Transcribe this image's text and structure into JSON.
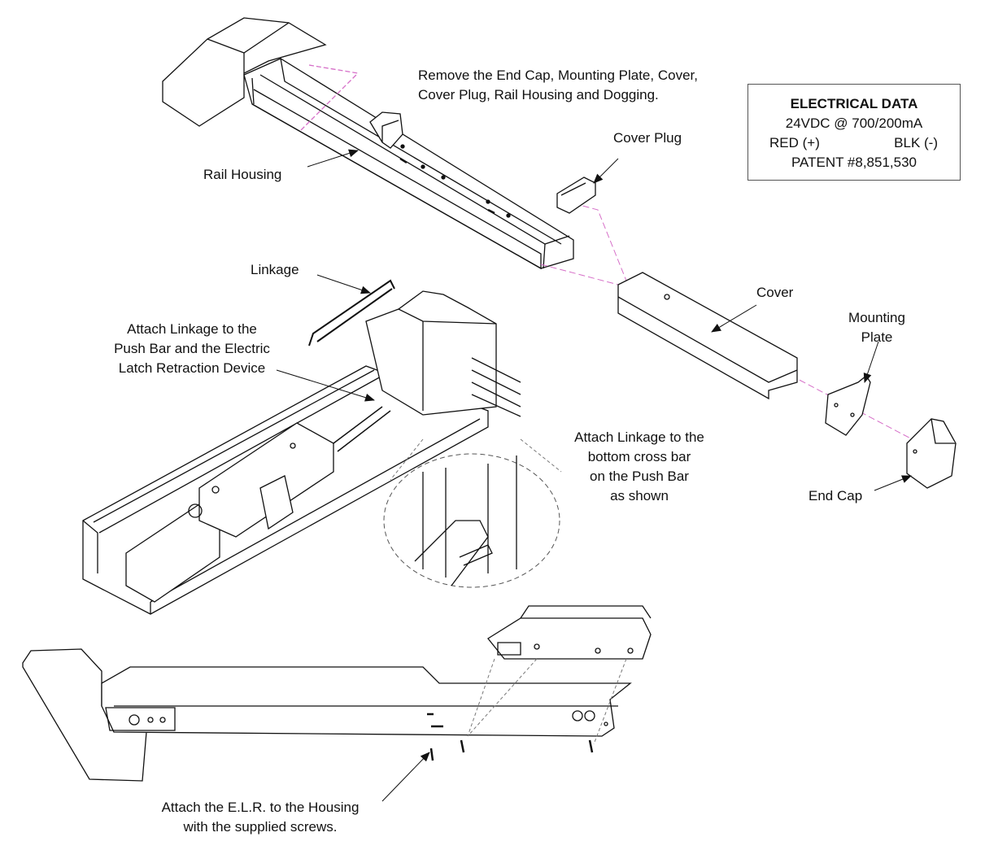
{
  "labels": {
    "remove_instruction": [
      "Remove the End Cap, Mounting Plate, Cover,",
      "Cover Plug, Rail Housing and Dogging."
    ],
    "rail_housing": "Rail Housing",
    "cover_plug": "Cover Plug",
    "linkage": "Linkage",
    "cover": "Cover",
    "mounting_plate": [
      "Mounting",
      "Plate"
    ],
    "attach_linkage_push_bar": [
      "Attach Linkage to the",
      "Push Bar and the Electric",
      "Latch Retraction Device"
    ],
    "attach_linkage_cross_bar": [
      "Attach Linkage to the",
      "bottom cross bar",
      "on the Push Bar",
      "as shown"
    ],
    "end_cap": "End Cap",
    "attach_elr": [
      "Attach the E.L.R. to the Housing",
      "with the supplied screws."
    ]
  },
  "electrical_data": {
    "title": "ELECTRICAL DATA",
    "rating": "24VDC @ 700/200mA",
    "red": "RED (+)",
    "blk": "BLK (-)",
    "patent": "PATENT #8,851,530"
  },
  "colors": {
    "line": "#111111",
    "centerline": "#d66fc8",
    "detail_circle": "#555555"
  }
}
